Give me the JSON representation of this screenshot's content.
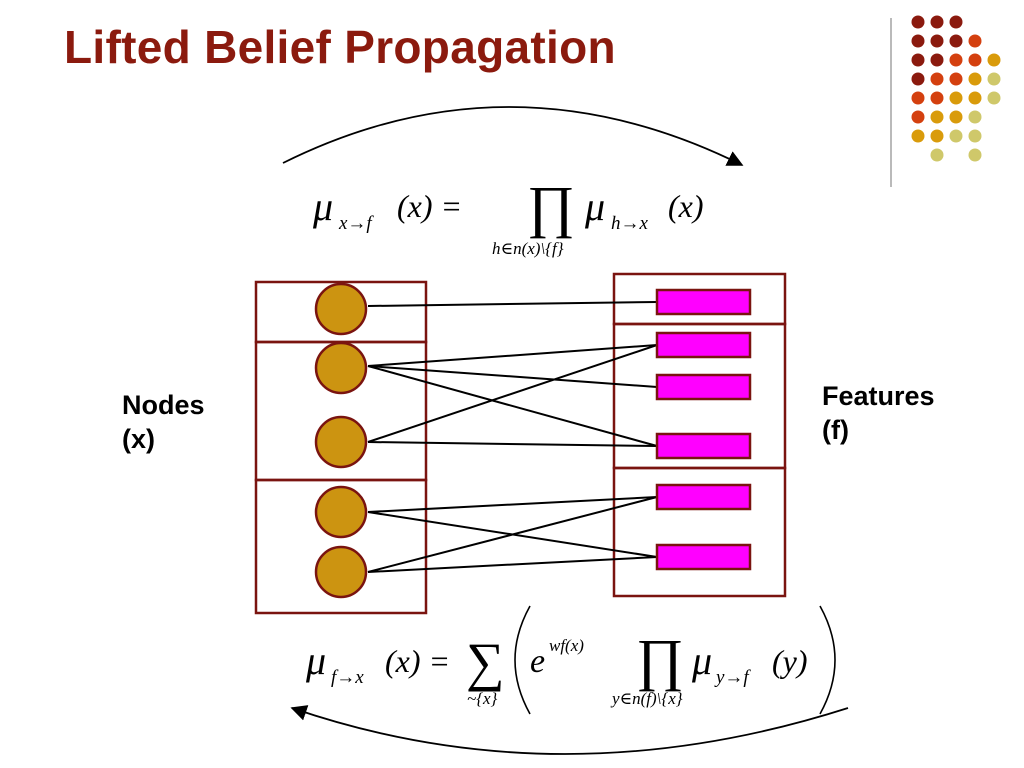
{
  "slide": {
    "title": "Lifted Belief Propagation"
  },
  "labels": {
    "nodes_line1": "Nodes",
    "nodes_line2": "(x)",
    "features_line1": "Features",
    "features_line2": "(f)"
  },
  "formulas": {
    "top": {
      "mu": "μ",
      "mu_sub": "x→f",
      "lhs_arg": "(x) =",
      "prod": "∏",
      "prod_sub": "h∈n(x)\\{f}",
      "mu2": "μ",
      "mu2_sub": "h→x",
      "rhs_arg": "(x)"
    },
    "bottom": {
      "mu": "μ",
      "mu_sub": "f→x",
      "lhs_arg": "(x) =",
      "sum": "∑",
      "sum_sub": "~{x}",
      "e": "e",
      "e_sup": "wf(x)",
      "prod": "∏",
      "prod_sub": "y∈n(f)\\{x}",
      "mu2": "μ",
      "mu2_sub": "y→f",
      "rhs_arg": "(y)"
    }
  },
  "colors": {
    "title": "#8b1a0e",
    "node_fill": "#cc9411",
    "feature_fill": "#ff00ff",
    "box_border": "#7a1410",
    "dot_dark": "#8b1a0e",
    "dot_orange": "#d4400f",
    "dot_gold": "#d99b0b",
    "dot_olive": "#cfc86a"
  },
  "graph": {
    "node_groups": [
      [
        0
      ],
      [
        1,
        2
      ],
      [
        3,
        4
      ]
    ],
    "feature_groups": [
      [
        0
      ],
      [
        1,
        2,
        3
      ],
      [
        4,
        5
      ]
    ],
    "edges": [
      [
        0,
        0
      ],
      [
        1,
        1
      ],
      [
        1,
        2
      ],
      [
        1,
        3
      ],
      [
        2,
        1
      ],
      [
        2,
        3
      ],
      [
        3,
        4
      ],
      [
        3,
        5
      ],
      [
        4,
        4
      ],
      [
        4,
        5
      ]
    ]
  },
  "decor": {
    "dot_grid": [
      [
        "dark",
        "dark",
        "dark",
        null,
        null
      ],
      [
        "dark",
        "dark",
        "dark",
        "orange",
        null
      ],
      [
        "dark",
        "dark",
        "orange",
        "orange",
        "gold"
      ],
      [
        "dark",
        "orange",
        "orange",
        "gold",
        "olive"
      ],
      [
        "orange",
        "orange",
        "gold",
        "gold",
        "olive"
      ],
      [
        "orange",
        "gold",
        "gold",
        "olive",
        null
      ],
      [
        "gold",
        "gold",
        "olive",
        "olive",
        null
      ],
      [
        null,
        "olive",
        null,
        "olive",
        null
      ]
    ]
  }
}
